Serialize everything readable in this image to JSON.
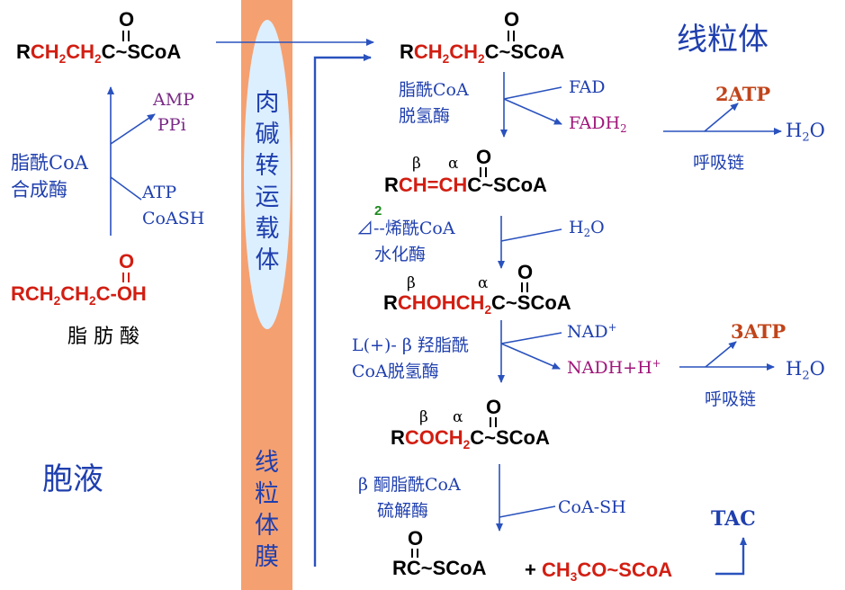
{
  "cytosol": {
    "acyl_coa": {
      "p1": "R",
      "p2": "CH",
      "s1": "2",
      "p3": "CH",
      "s2": "2",
      "p4": "C~SCoA",
      "o": "O"
    },
    "enzyme": {
      "line1": "脂酰CoA",
      "line2": "合成酶"
    },
    "products_top": {
      "amp": "AMP",
      "ppi": "PPi"
    },
    "inputs_bottom": {
      "atp": "ATP",
      "coash": "CoASH"
    },
    "fatty_acid": {
      "p1": "RCH",
      "s1": "2",
      "p2": "CH",
      "s2": "2",
      "p3": "C-OH",
      "o": "O"
    },
    "fatty_acid_label": "脂 肪 酸",
    "compartment_label": "胞液"
  },
  "carnitine_band": {
    "upper_chars": [
      "肉",
      "碱",
      "转",
      "运",
      "载",
      "体"
    ],
    "lower_chars": [
      "线",
      "粒",
      "体",
      "膜"
    ]
  },
  "mito": {
    "title": "线粒体",
    "m1": {
      "p1": "R",
      "p2": "CH",
      "s1": "2",
      "p3": "CH",
      "s2": "2",
      "p4": "C",
      "p5": "~SCoA",
      "o": "O"
    },
    "step1": {
      "enzyme1": "脂酰CoA",
      "enzyme2": "脱氢酶",
      "cofactor_in": "FAD",
      "cofactor_out": "FADH",
      "cofactor_out_sub": "2",
      "atp": "2ATP",
      "water": "H",
      "water_sub": "2",
      "water_o": "O",
      "chain": "呼吸链"
    },
    "m2": {
      "beta": "β",
      "alpha": "α",
      "p1": "R",
      "p2": "CH=CH",
      "p3": "C",
      "p4": "~SCoA",
      "o": "O"
    },
    "step2": {
      "sup": "2",
      "enzyme1": "⊿--烯酰CoA",
      "enzyme2": "水化酶",
      "water": "H",
      "water_sub": "2",
      "water_o": "O"
    },
    "m3": {
      "beta": "β",
      "alpha": "α",
      "p1": "R",
      "p2": "CHOHCH",
      "s1": "2",
      "p3": "C~SCoA",
      "o": "O"
    },
    "step3": {
      "enzyme1": "L(+)- β 羟脂酰",
      "enzyme2": "CoA脱氢酶",
      "cofactor_in": "NAD",
      "cofactor_in_sup": "+",
      "cofactor_out": "NADH+H",
      "cofactor_out_sup": "+",
      "atp": "3ATP",
      "water": "H",
      "water_sub": "2",
      "water_o": "O",
      "chain": "呼吸链"
    },
    "m4": {
      "beta": "β",
      "alpha": "α",
      "p1": "R",
      "p2": "COCH",
      "s1": "2",
      "p3": "C~SCoA",
      "o": "O"
    },
    "step4": {
      "enzyme1": "β 酮脂酰CoA",
      "enzyme2": "硫解酶",
      "cofactor_in": "CoA-SH"
    },
    "m5": {
      "p1": "RC~SCoA",
      "o": "O"
    },
    "product2": {
      "plus": "+",
      "p1": "CH",
      "s1": "3",
      "p2": "CO~SCoA"
    },
    "tac": "TAC"
  },
  "colors": {
    "band": "#f5a070",
    "ellipse": "#dcefff",
    "arrow": "#2a52be"
  }
}
